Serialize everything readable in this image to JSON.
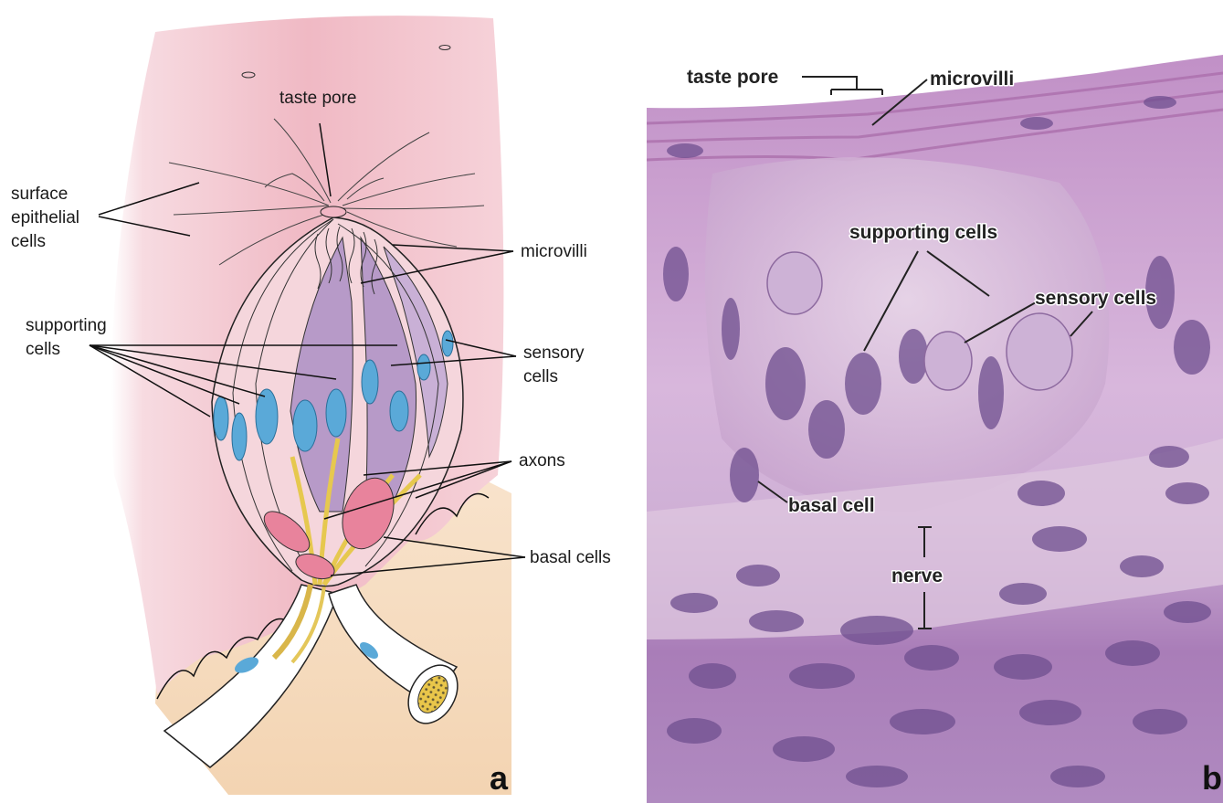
{
  "panel_a": {
    "letter": "a",
    "labels": {
      "taste_pore": "taste pore",
      "surface_epithelial_cells": [
        "surface",
        "epithelial",
        "cells"
      ],
      "microvilli": "microvilli",
      "supporting_cells": [
        "supporting",
        "cells"
      ],
      "sensory_cells": [
        "sensory",
        "cells"
      ],
      "axons": "axons",
      "basal_cells": "basal cells"
    }
  },
  "panel_b": {
    "letter": "b",
    "labels": {
      "taste_pore": "taste pore",
      "microvilli": "microvilli",
      "supporting_cells": "supporting cells",
      "sensory_cells": "sensory cells",
      "basal_cell": "basal cell",
      "nerve": "nerve"
    }
  },
  "colors": {
    "epithelium_pink": "#f2c2cb",
    "connective_tan": "#f6dcc0",
    "sensory_purple": "#b79ac8",
    "nucleus_blue": "#5aa9d8",
    "axon_yellow": "#f0d66a",
    "basal_pink": "#e8839c",
    "histology_violet": "#b78dc3"
  }
}
